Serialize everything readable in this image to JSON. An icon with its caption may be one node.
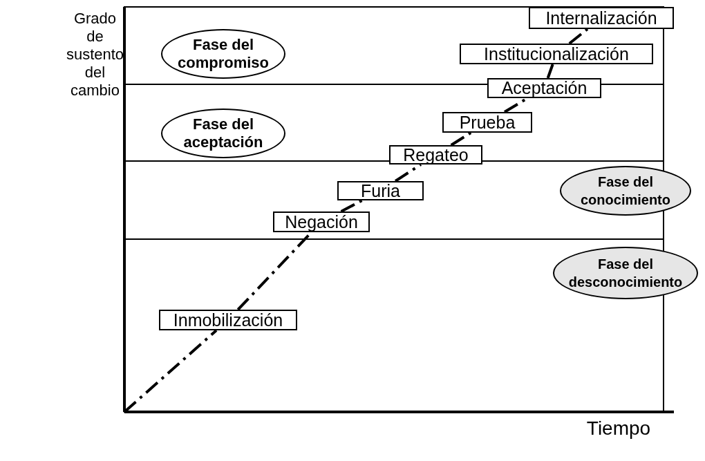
{
  "diagram": {
    "nodes": [
      {
        "text": [
          "Internalización"
        ]
      },
      {
        "text": [
          "Fase del compromiso"
        ]
      },
      {
        "text": [
          "Institucionalización"
        ]
      },
      {
        "text": [
          "Aceptación"
        ]
      },
      {
        "text": [
          "Fase del aceptación"
        ]
      },
      {
        "text": [
          "Prueba"
        ]
      },
      {
        "text": [
          "Regateo"
        ]
      },
      {
        "text": [
          "Furia"
        ]
      },
      {
        "text": [
          "Fase del conocimiento"
        ]
      },
      {
        "text": [
          "Negación"
        ]
      },
      {
        "text": [
          "Fase del desconocimiento"
        ]
      },
      {
        "text": [
          "Inmobilización"
        ]
      }
    ],
    "edges": [
      {
        "from": null,
        "to": 11,
        "arrow": "none",
        "style": "dashed"
      },
      {
        "from": 11,
        "to": 9,
        "arrow": "none",
        "style": "dashed"
      },
      {
        "from": 9,
        "to": 7,
        "arrow": "none",
        "style": "dashed"
      },
      {
        "from": 7,
        "to": 6,
        "arrow": "none",
        "style": "dashed"
      },
      {
        "from": 6,
        "to": 5,
        "arrow": "none",
        "style": "dashed"
      },
      {
        "from": 5,
        "to": 3,
        "arrow": "none",
        "style": "dashed"
      },
      {
        "from": 3,
        "to": 2,
        "arrow": "none",
        "style": "dashed"
      },
      {
        "from": 2,
        "to": 0,
        "arrow": "none",
        "style": "dashed"
      }
    ],
    "labels": [
      "Grado de sustento del cambio",
      "Tiempo"
    ]
  }
}
